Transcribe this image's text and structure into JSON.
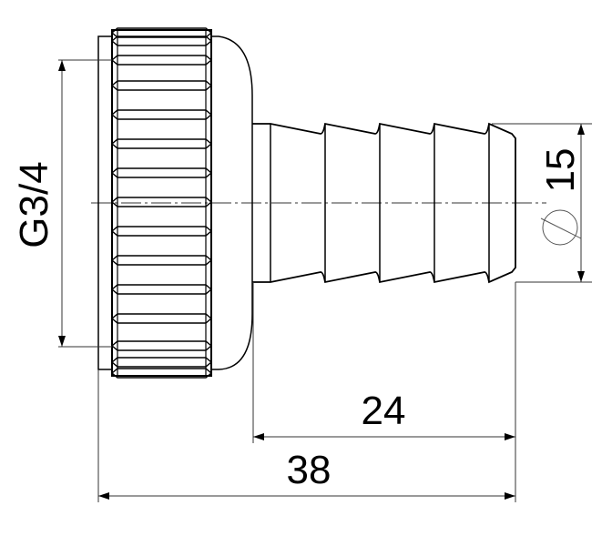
{
  "dimensions": {
    "thread": "G3/4",
    "hose_diameter": "15",
    "barb_length": "24",
    "overall_length": "38"
  },
  "symbols": {
    "diameter": "diameter-symbol"
  },
  "colors": {
    "line": "#000000",
    "thin_line": "#333333",
    "background": "#ffffff"
  }
}
